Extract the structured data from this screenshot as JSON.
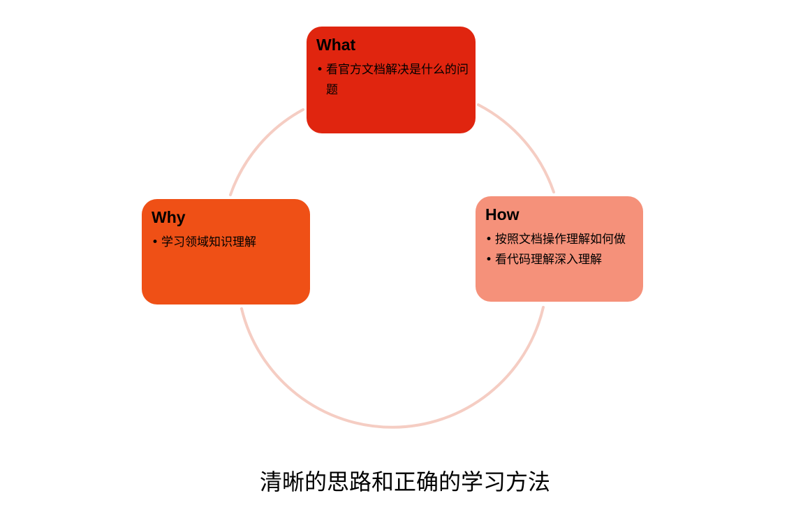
{
  "colors": {
    "ring": "#f5cdc3",
    "what": "#e0250f",
    "why": "#ef5016",
    "how": "#f5917a",
    "text": "#000000"
  },
  "cards": {
    "what": {
      "title": "What",
      "items": [
        "看官方文档解决是什么的问题"
      ]
    },
    "why": {
      "title": "Why",
      "items": [
        "学习领域知识理解"
      ]
    },
    "how": {
      "title": "How",
      "items": [
        "按照文档操作理解如何做",
        "看代码理解深入理解"
      ]
    }
  },
  "caption": "清晰的思路和正确的学习方法"
}
